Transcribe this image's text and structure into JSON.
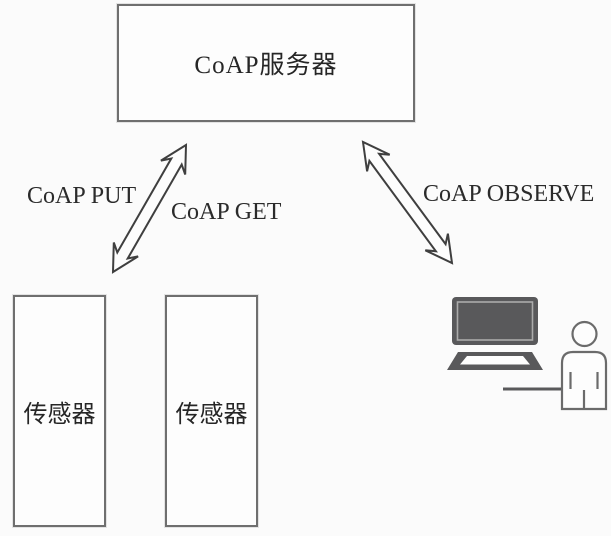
{
  "diagram": {
    "title_box": {
      "label": "CoAP服务器"
    },
    "sensors": [
      {
        "label": "传感器"
      },
      {
        "label": "传感器"
      }
    ],
    "arrow_labels": {
      "put": "CoAP PUT",
      "get": "CoAP GET",
      "observe": "CoAP OBSERVE"
    },
    "client": {
      "icons": [
        "laptop-icon",
        "person-icon"
      ]
    },
    "colors": {
      "background": "#fbfbfb",
      "box_border": "#6f6f6f",
      "text": "#262626",
      "arrow_outline": "#3f3f3f",
      "arrow_fill": "#fdfdfd",
      "icon_dark": "#59595b",
      "icon_outline": "#6b6b6b"
    }
  }
}
